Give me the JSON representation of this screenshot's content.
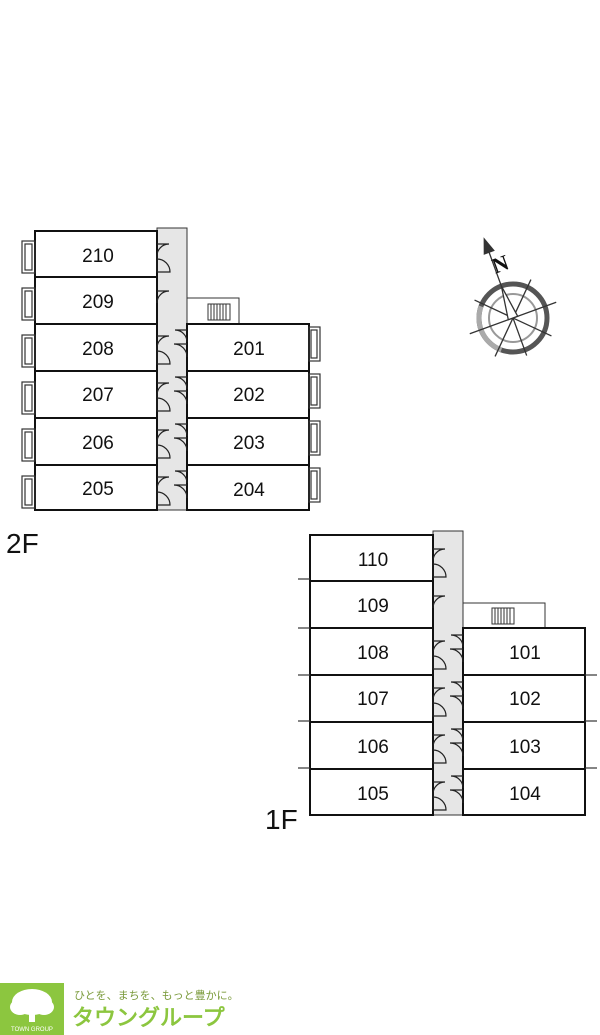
{
  "compass": {
    "north_label": "N"
  },
  "floors": [
    {
      "id": "2F",
      "label": "2F",
      "left_units": [
        "210",
        "209",
        "208",
        "207",
        "206",
        "205"
      ],
      "right_units": [
        "201",
        "202",
        "203",
        "204"
      ]
    },
    {
      "id": "1F",
      "label": "1F",
      "left_units": [
        "110",
        "109",
        "108",
        "107",
        "106",
        "105"
      ],
      "right_units": [
        "101",
        "102",
        "103",
        "104"
      ]
    }
  ],
  "logo": {
    "tagline": "ひとを、まちを、もっと豊かに。",
    "name": "タウングループ",
    "small_text": "TOWN GROUP",
    "brand_color": "#8cc63f"
  }
}
